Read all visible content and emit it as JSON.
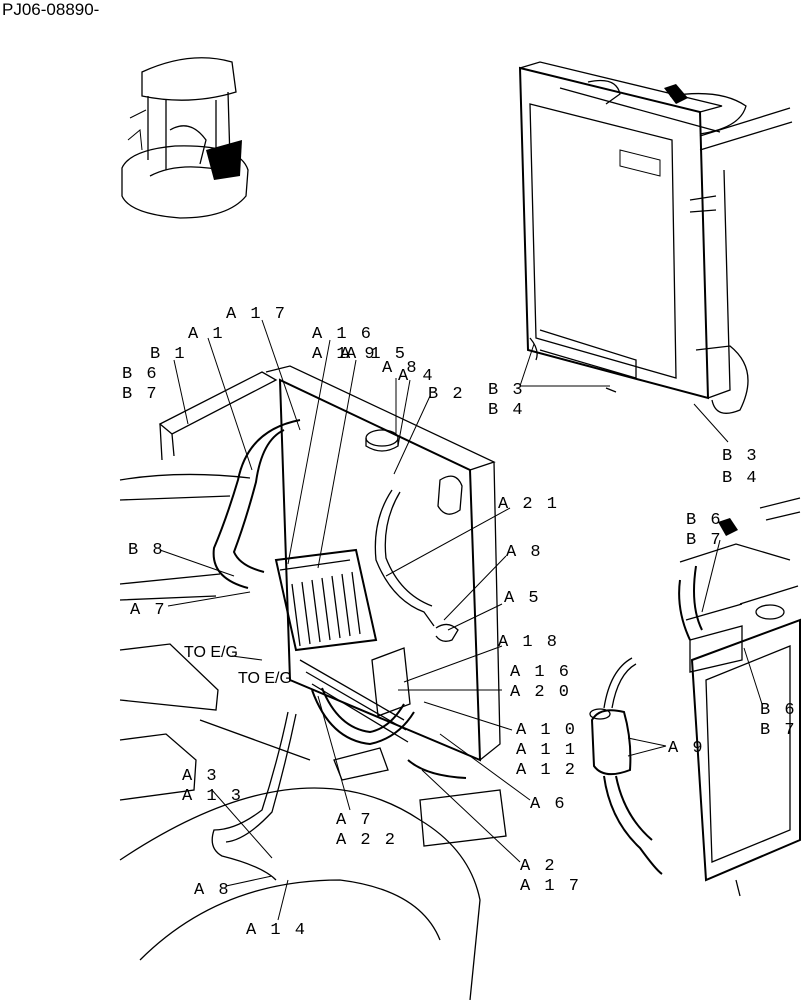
{
  "page_id": "PJ06-08890-",
  "flow_labels": {
    "to_eg_1": "TO E/G",
    "to_eg_2": "TO E/G"
  },
  "labels": {
    "A17_top": "A 1 7",
    "A1": "A 1",
    "A16_top": "A 1 6",
    "A1_mid": "A 1",
    "A9_top": "A 9",
    "A15": "A 1 5",
    "B1": "B 1",
    "B6_l": "B 6",
    "B7_l": "B 7",
    "A8_top": "A 8",
    "A4": "A 4",
    "B2": "B 2",
    "A21": "A 2 1",
    "B8": "B 8",
    "A8_mid": "A 8",
    "A7_l": "A 7",
    "A5": "A 5",
    "A18": "A 1 8",
    "A16_r": "A 1 6",
    "A20": "A 2 0",
    "A10": "A 1 0",
    "A11": "A 1 1",
    "A12": "A 1 2",
    "A3": "A 3",
    "A13": "A 1 3",
    "A6": "A 6",
    "A7_b": "A 7",
    "A22": "A 2 2",
    "A2": "A 2",
    "A17_b": "A 1 7",
    "A8_b": "A 8",
    "A14": "A 1 4",
    "B3_tl": "B 3",
    "B4_tl": "B 4",
    "B3_tr": "B 3",
    "B4_tr": "B 4",
    "B6_r": "B 6",
    "B7_r": "B 7",
    "A9_r": "A 9",
    "B6_rb": "B 6",
    "B7_rb": "B 7"
  }
}
